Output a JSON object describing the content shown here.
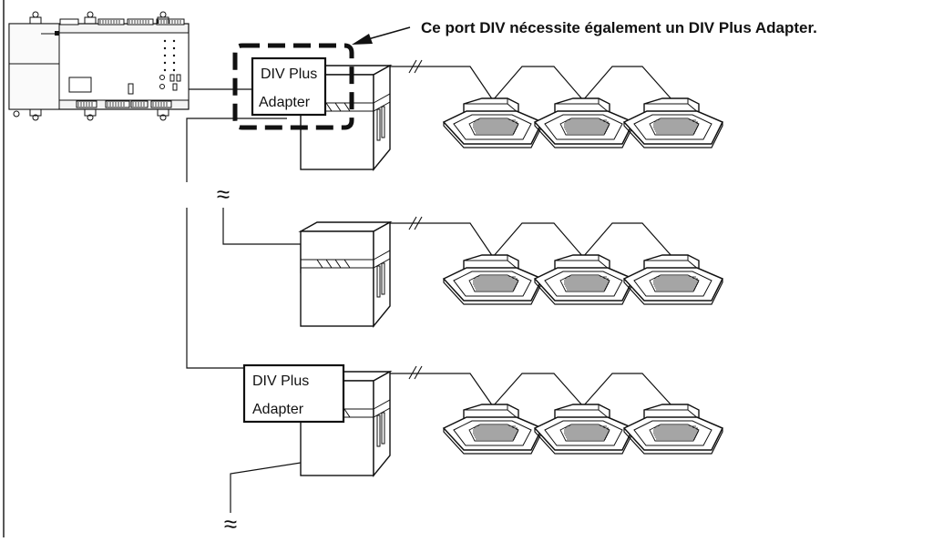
{
  "annotation": {
    "text": "Ce port DIV nécessite également un DIV Plus Adapter."
  },
  "adapters": [
    {
      "line1": "DIV  Plus",
      "line2": "Adapter",
      "highlighted": true
    },
    {
      "line1": "DIV  Plus",
      "line2": "Adapter",
      "highlighted": false
    }
  ],
  "break_symbol": "≈",
  "colors": {
    "line": "#111111",
    "background": "#ffffff",
    "panel": "#f4f4f4"
  }
}
